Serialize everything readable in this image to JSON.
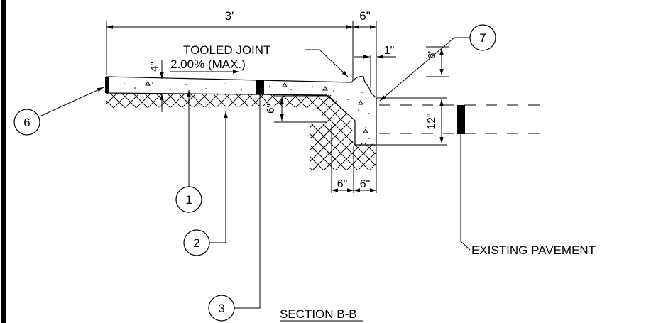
{
  "title": "SECTION B-B",
  "dimensions": {
    "width_3ft": "3'",
    "top_6in": "6\"",
    "offset_1in": "1\"",
    "curb_6in": "6\"",
    "thickness_4in": "4\"",
    "slope": "2.00% (MAX.)",
    "depth_6in": "6\"",
    "depth_12in": "12\"",
    "base_left_6in": "6\"",
    "base_right_6in": "6\""
  },
  "labels": {
    "tooled_joint": "TOOLED JOINT",
    "existing_pavement": "EXISTING PAVEMENT"
  },
  "callouts": [
    "1",
    "2",
    "3",
    "6",
    "7"
  ]
}
